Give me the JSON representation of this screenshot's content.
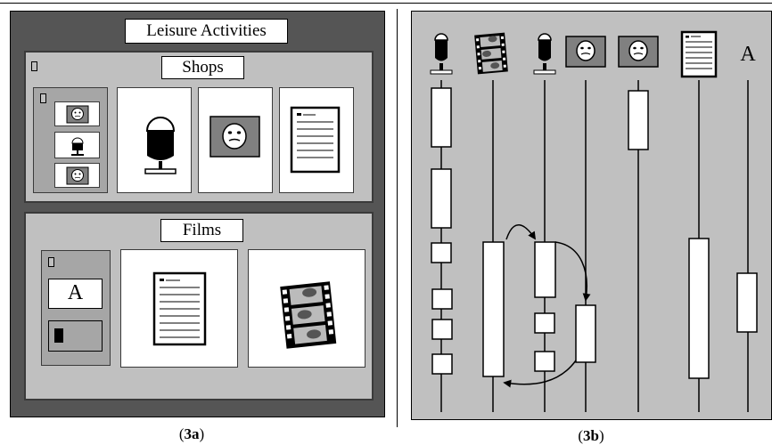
{
  "panel_a": {
    "title": "Leisure Activities",
    "shops_label": "Shops",
    "films_label": "Films",
    "text_icon_letter": "A",
    "caption_prefix": "(",
    "caption_id": "3a",
    "caption_suffix": ")"
  },
  "panel_b": {
    "text_icon_letter": "A",
    "caption_prefix": "(",
    "caption_id": "3b",
    "caption_suffix": ")"
  }
}
